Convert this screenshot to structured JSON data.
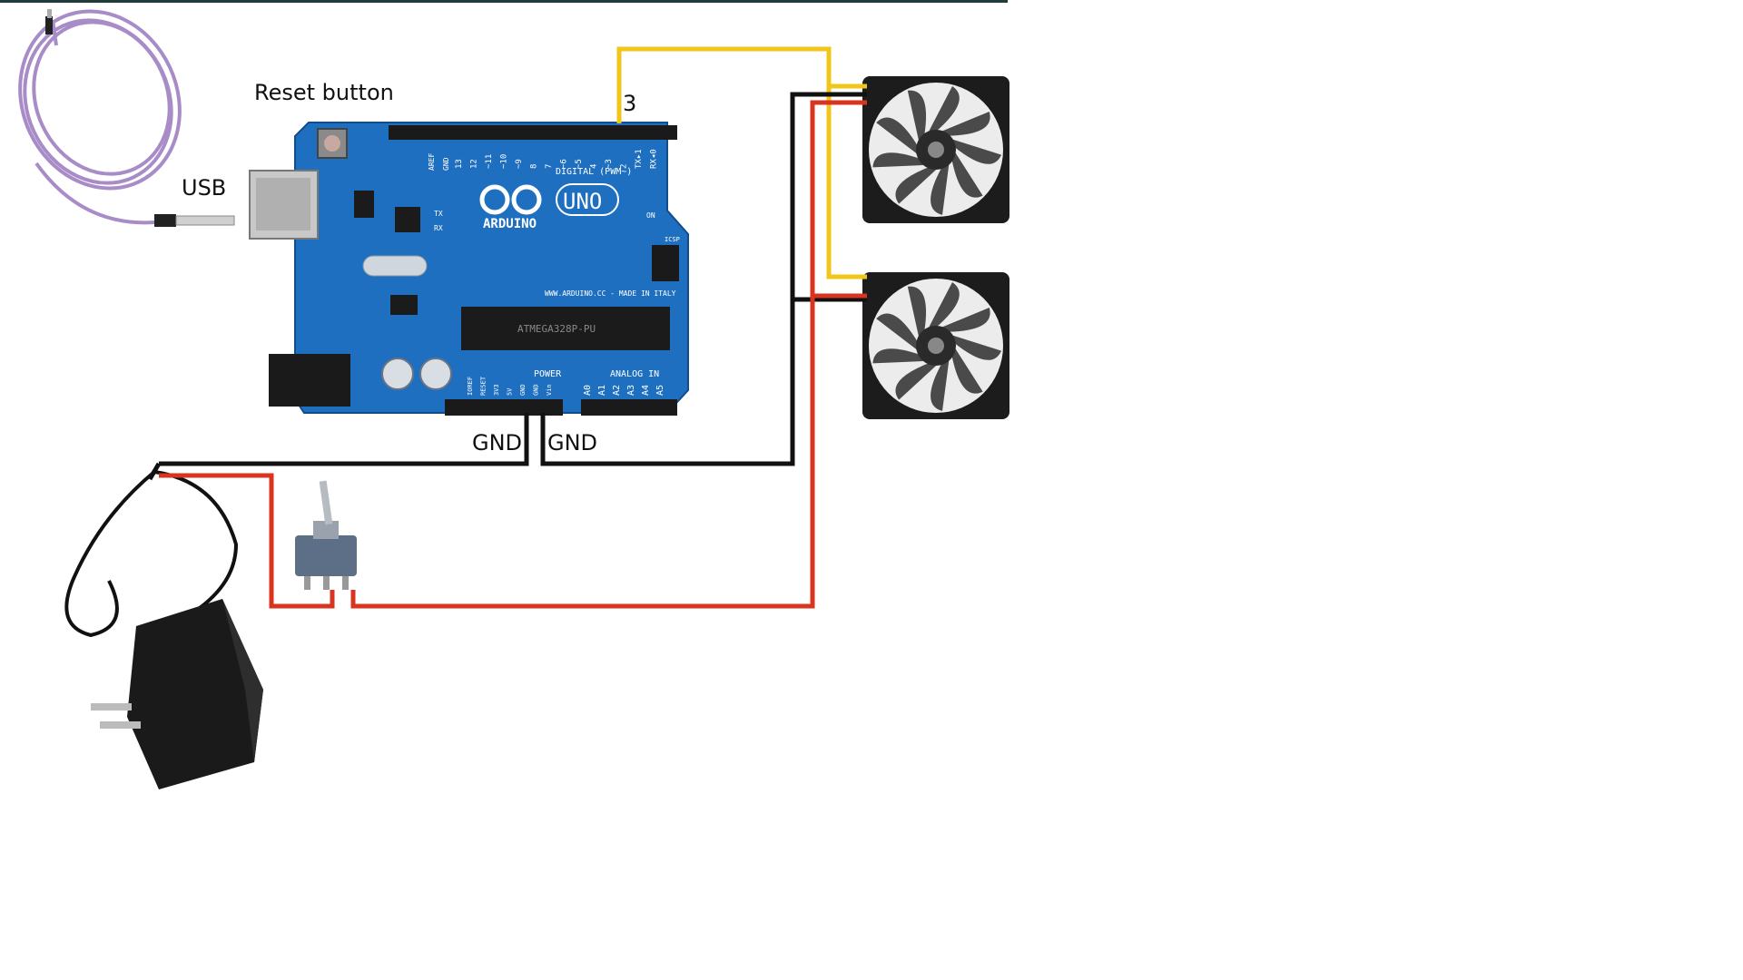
{
  "labels": {
    "reset": "Reset button",
    "usb": "USB",
    "pin": "3",
    "gnd_left": "GND",
    "gnd_right": "GND"
  },
  "board": {
    "brand": "ARDUINO",
    "model": "UNO",
    "url": "WWW.ARDUINO.CC - MADE IN ITALY",
    "digital": "DIGITAL (PWM~)",
    "power": "POWER",
    "analog": "ANALOG IN",
    "chip": "ATMEGA328P-PU",
    "icsp": "ICSP",
    "on": "ON",
    "tx": "TX",
    "rx": "RX",
    "aref": "AREF",
    "gnd": "GND",
    "analog_pins": [
      "A0",
      "A1",
      "A2",
      "A3",
      "A4",
      "A5"
    ],
    "power_pins": [
      "IOREF",
      "RESET",
      "3V3",
      "5V",
      "GND",
      "GND",
      "Vin"
    ],
    "digital_pins": [
      "13",
      "12",
      "~11",
      "~10",
      "~9",
      "8",
      "7",
      "~6",
      "~5",
      "4",
      "~3",
      "2",
      "TX▸1",
      "RX◂0"
    ]
  },
  "colors": {
    "board": "#1f6fc0",
    "wire_signal": "#f2c519",
    "wire_ground": "#111111",
    "wire_power": "#d8341f",
    "usb_cable": "#a88cc8"
  }
}
